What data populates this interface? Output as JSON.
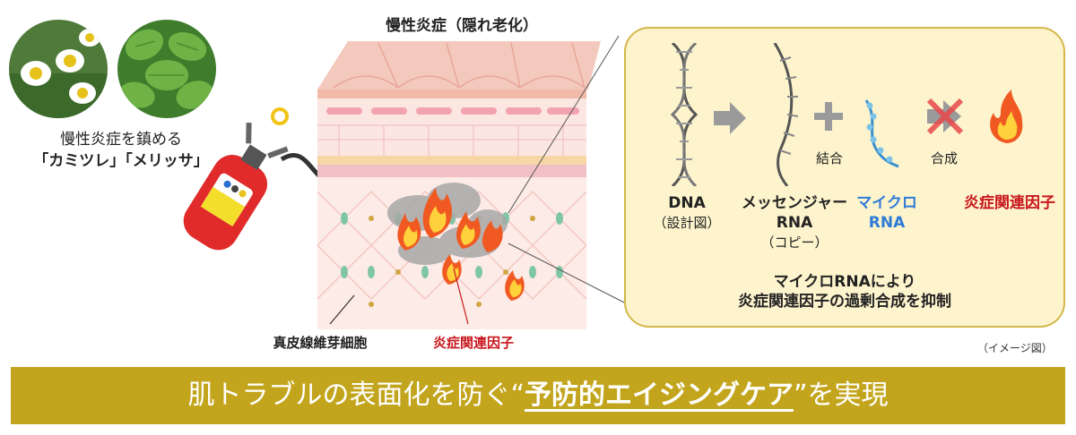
{
  "skin_title": "慢性炎症（隠れ老化）",
  "herbs": {
    "line1": "慢性炎症を鎮める",
    "line2": "「カミツレ」「メリッサ」"
  },
  "labels": {
    "fibroblast": "真皮線維芽細胞",
    "inflammation_factor": "炎症関連因子"
  },
  "panel": {
    "dna": "DNA",
    "dna_sub": "（設計図）",
    "mrna_1": "メッセンジャー",
    "mrna_2": "RNA",
    "mrna_sub": "（コピー）",
    "bind": "結合",
    "microrna_1": "マイクロ",
    "microrna_2": "RNA",
    "synthesis": "合成",
    "factor": "炎症関連因子",
    "summary_1": "マイクロRNAにより",
    "summary_2": "炎症関連因子の過剰合成を抑制"
  },
  "note": "（イメージ図）",
  "banner": {
    "pre": "肌トラブルの表面化を防ぐ",
    "quote_open": "“",
    "emphasis": "予防的エイジングケア",
    "quote_close": "”",
    "post": "を実現"
  },
  "colors": {
    "banner": "#c3a51d",
    "panel_bg": "#fdf4cd",
    "panel_border": "#d4b74a",
    "red_text": "#c8161d",
    "blue_text": "#2e7bd6"
  }
}
